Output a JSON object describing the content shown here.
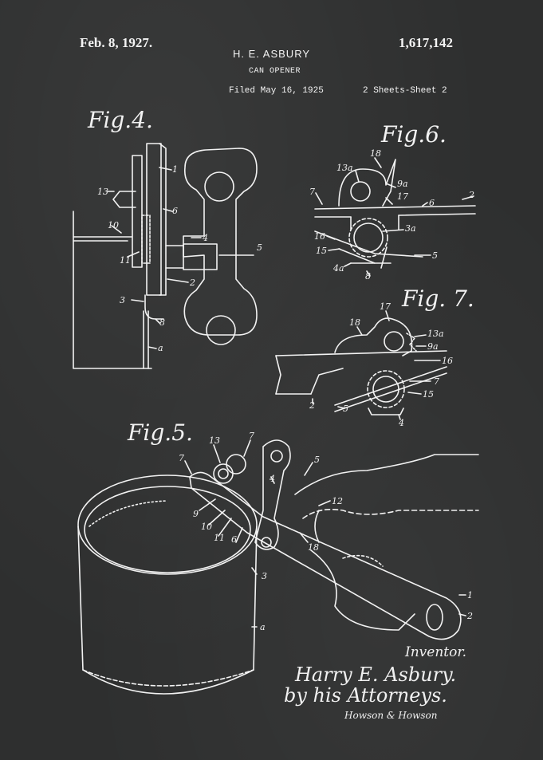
{
  "header": {
    "date": "Feb. 8, 1927.",
    "inventor": "H. E. ASBURY",
    "patent_number": "1,617,142",
    "title": "CAN OPENER",
    "filed": "Filed May 16, 1925",
    "sheets": "2 Sheets-Sheet 2"
  },
  "figures": {
    "fig4": "Fig.4.",
    "fig5": "Fig.5.",
    "fig6": "Fig.6.",
    "fig7": "Fig. 7."
  },
  "refs": {
    "fig4": [
      "1",
      "13",
      "6",
      "10",
      "11",
      "4",
      "5",
      "2",
      "3",
      "8",
      "a"
    ],
    "fig6": [
      "18",
      "13a",
      "9a",
      "7",
      "17",
      "2",
      "6",
      "3a",
      "16",
      "15",
      "5",
      "4a",
      "8"
    ],
    "fig7": [
      "17",
      "18",
      "13a",
      "9a",
      "16",
      "7",
      "15",
      "2",
      "5",
      "4"
    ],
    "fig5": [
      "13",
      "7",
      "7",
      "4",
      "5",
      "12",
      "9",
      "10",
      "11",
      "6",
      "18",
      "3",
      "a",
      "1",
      "2"
    ]
  },
  "signature": {
    "label": "Inventor.",
    "name": "Harry E. Asbury.",
    "by": "by his Attorneys.",
    "firm": "Howson & Howson"
  },
  "colors": {
    "background": "#2e2f2f",
    "ink": "#f2f2f2"
  }
}
